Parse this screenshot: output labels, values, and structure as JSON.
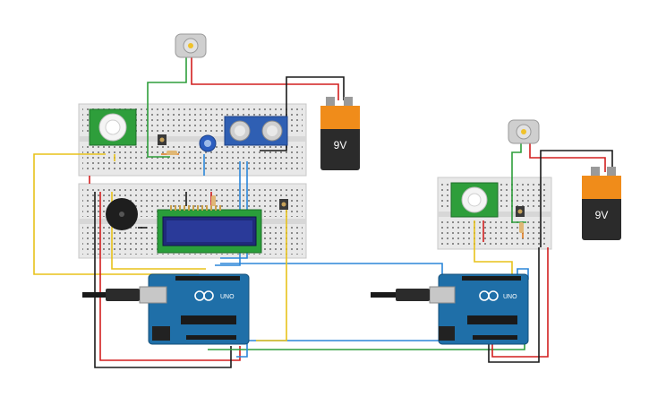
{
  "canvas": {
    "background": "#ffffff"
  },
  "battery_left": {
    "label": "9V"
  },
  "battery_right": {
    "label": "9V"
  },
  "lcd": {
    "backlight": "#1f2a7a"
  },
  "arduino_left": {
    "brand": "UNO",
    "logo": "arduino-logo-icon"
  },
  "arduino_right": {
    "brand": "UNO",
    "logo": "arduino-logo-icon"
  },
  "colors": {
    "wire_red": "#d21f1f",
    "wire_black": "#1a1a1a",
    "wire_green": "#2e9e3b",
    "wire_yellow": "#e8c21a",
    "wire_blue": "#2b86d9",
    "wire_orange": "#e07a1e",
    "arduino_board": "#1f6fa8",
    "breadboard": "#e6e6e6",
    "battery_top": "#f08c1a"
  }
}
